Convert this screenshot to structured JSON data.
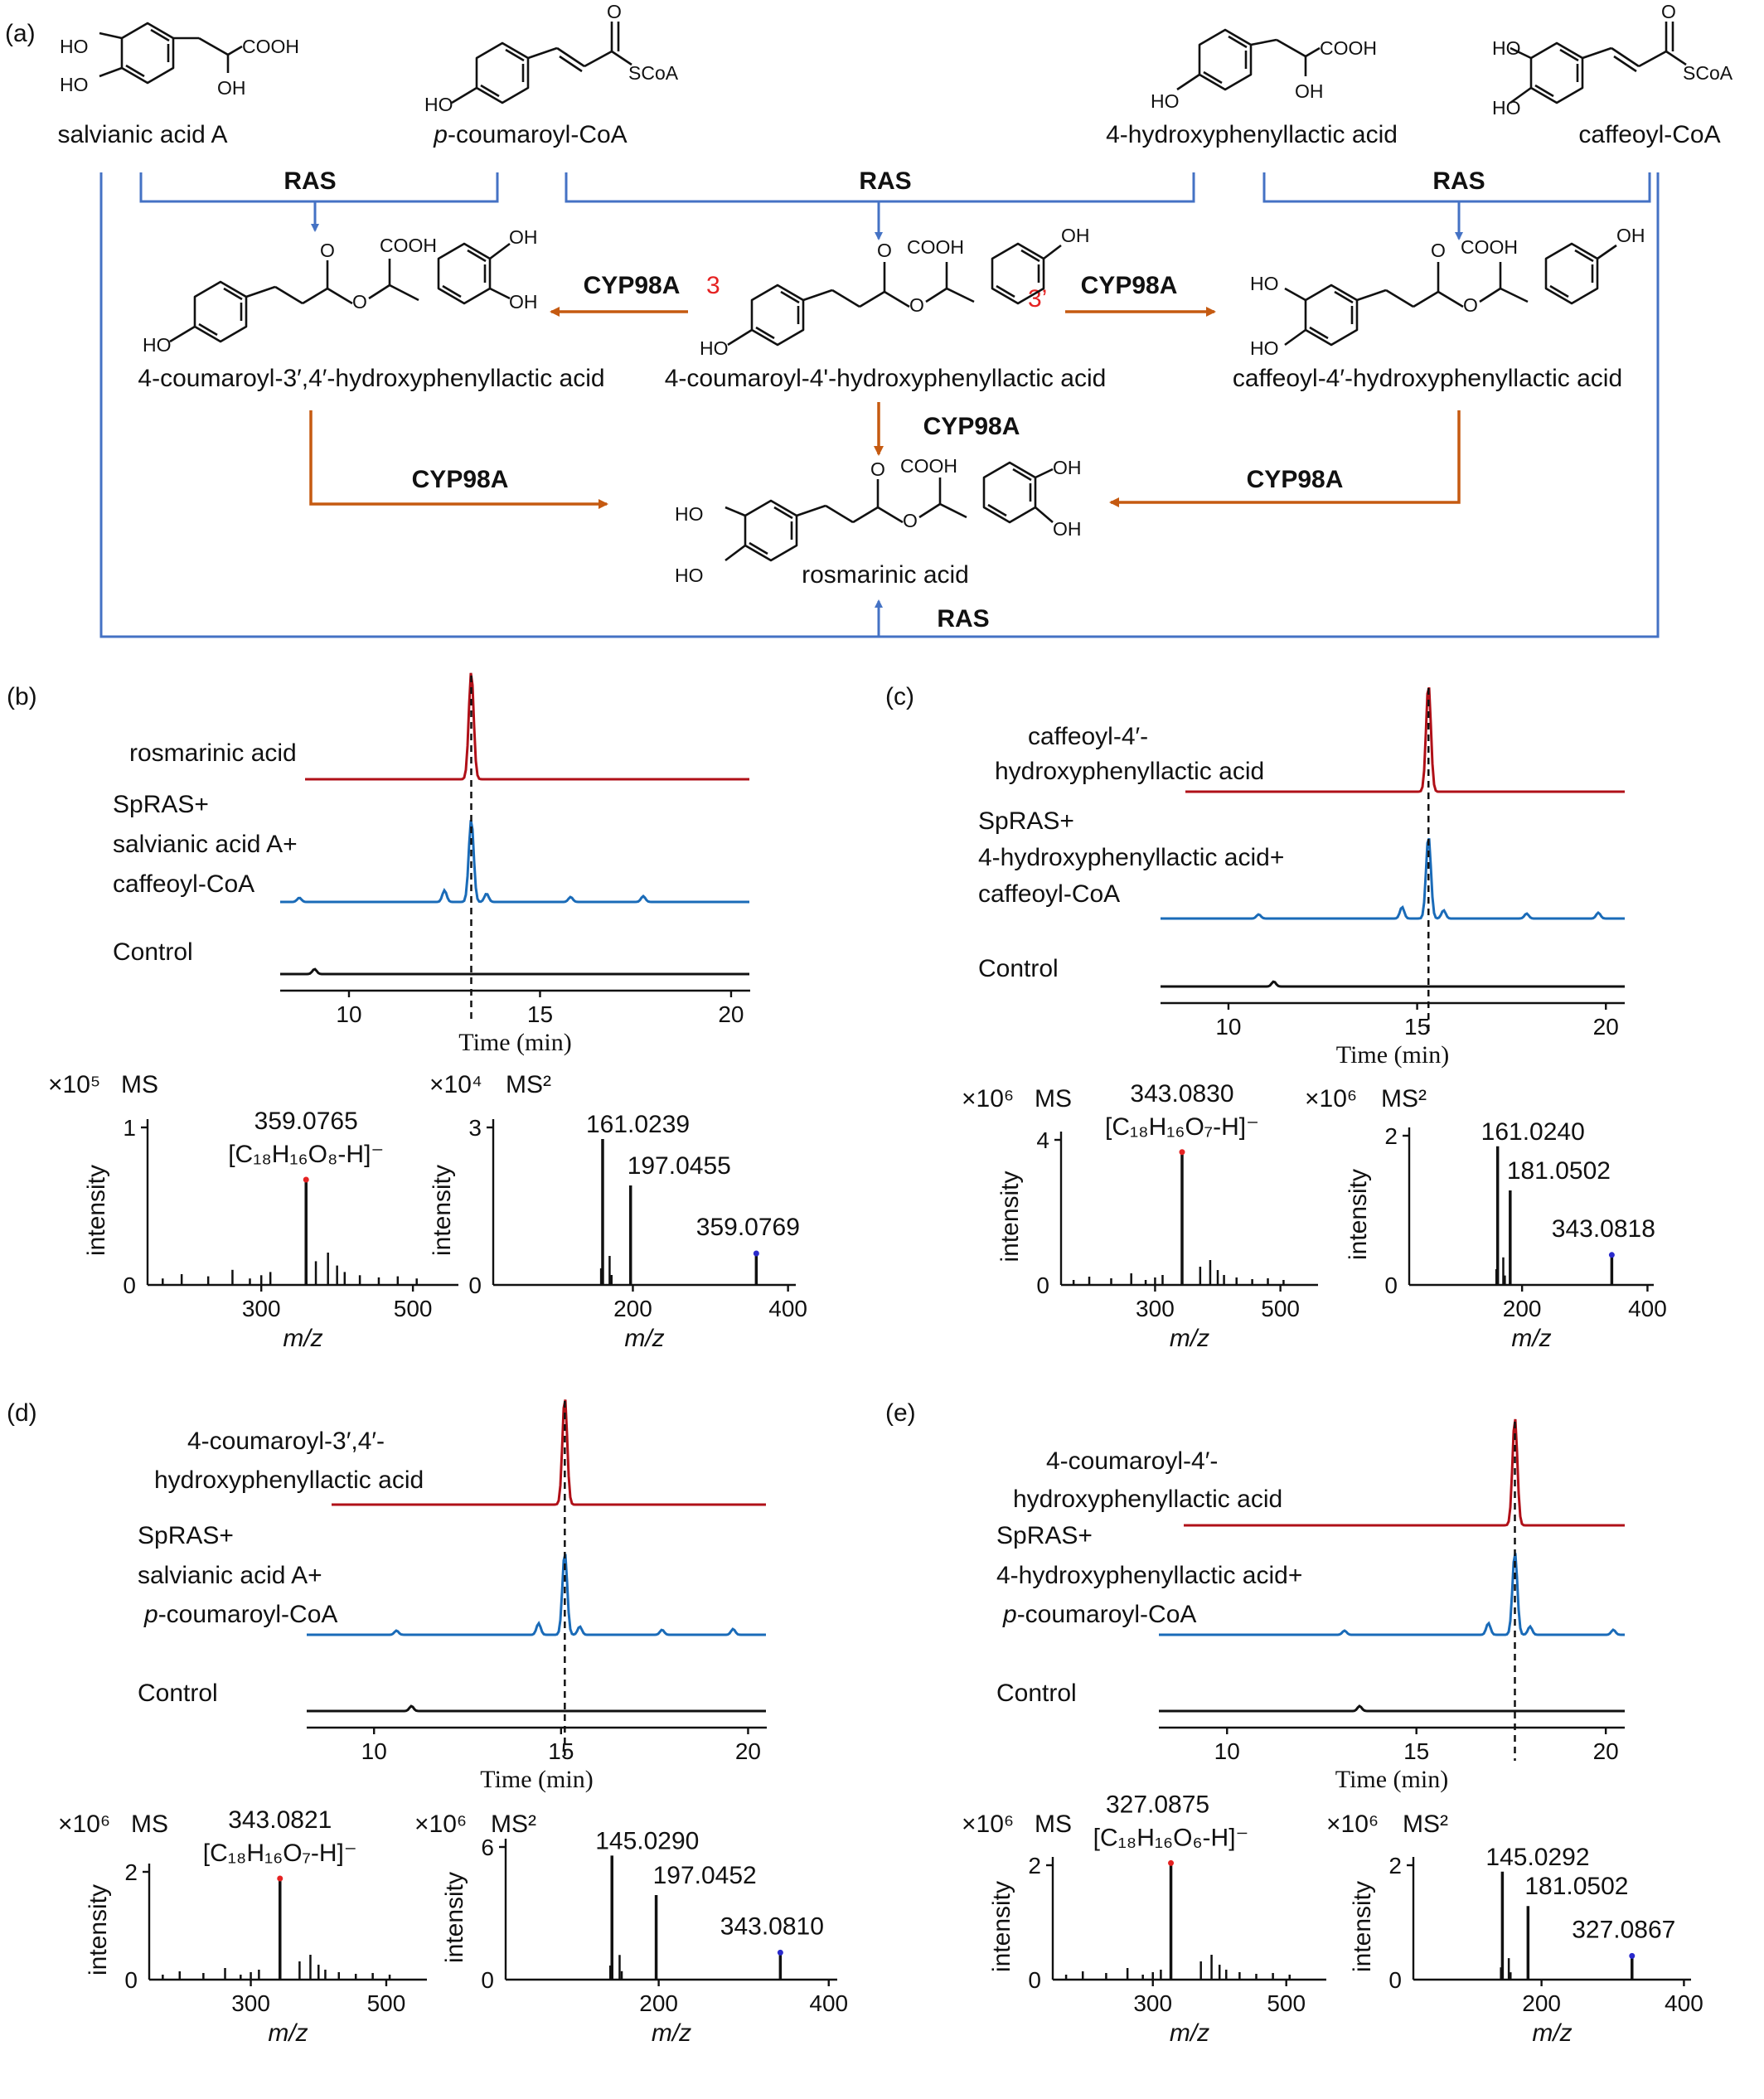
{
  "colors": {
    "red": "#b01018",
    "blue": "#1a6bb8",
    "black": "#111111",
    "pathway_blue": "#4472c4",
    "pathway_orange": "#c55a11",
    "mark_red": "#e52222",
    "mark_blue": "#2a2acc"
  },
  "pathway": {
    "panel": "(a)",
    "compounds": {
      "salvianic_acid_a": "salvianic acid A",
      "p_coumaroyl_coa_prefix": "p",
      "p_coumaroyl_coa_rest": "-coumaroyl-CoA",
      "hppla": "4-hydroxyphenyllactic acid",
      "caffeoyl_coa": "caffeoyl-CoA",
      "c34": "4-coumaroyl-3′,4′-hydroxyphenyllactic acid",
      "c4": "4-coumaroyl-4'-hydroxyphenyllactic acid",
      "caf4": "caffeoyl-4′-hydroxyphenyllactic acid",
      "ra": "rosmarinic acid"
    },
    "enzymes": {
      "ras": "RAS",
      "cyp": "CYP98A"
    },
    "positions": {
      "p3": "3",
      "p3p": "3’"
    },
    "atoms": {
      "ho": "HO",
      "oh": "OH",
      "cooh": "COOH",
      "scoa": "SCoA",
      "o": "O",
      "cooh_short": "COOH"
    }
  },
  "chromatograms": [
    {
      "panel": "(b)",
      "std": "rosmarinic acid",
      "rxn": [
        "SpRAS+",
        "salvianic acid A+",
        "caffeoyl-CoA"
      ],
      "control": "Control",
      "x_ticks": [
        "10",
        "15",
        "20"
      ],
      "xlabel": "Time (min)",
      "peak_min": 13.2
    },
    {
      "panel": "(c)",
      "std": [
        "caffeoyl-4′-",
        "hydroxyphenyllactic acid"
      ],
      "rxn": [
        "SpRAS+",
        "4-hydroxyphenyllactic acid+",
        "caffeoyl-CoA"
      ],
      "control": "Control",
      "x_ticks": [
        "10",
        "15",
        "20"
      ],
      "xlabel": "Time (min)",
      "peak_min": 15.3
    },
    {
      "panel": "(d)",
      "std": [
        "4-coumaroyl-3′,4′-",
        "hydroxyphenyllactic acid"
      ],
      "rxn": [
        "SpRAS+",
        "salvianic acid A+",
        "p-coumaroyl-CoA"
      ],
      "control": "Control",
      "x_ticks": [
        "10",
        "15",
        "20"
      ],
      "xlabel": "Time (min)",
      "peak_min": 15.1
    },
    {
      "panel": "(e)",
      "std": [
        "4-coumaroyl-4′-",
        "hydroxyphenyllactic acid"
      ],
      "rxn": [
        "SpRAS+",
        "4-hydroxyphenyllactic acid+",
        "p-coumaroyl-CoA"
      ],
      "control": "Control",
      "x_ticks": [
        "10",
        "15",
        "20"
      ],
      "xlabel": "Time (min)",
      "peak_min": 17.6
    }
  ],
  "spectra": [
    {
      "panel": "b",
      "ms": {
        "label": "MS",
        "scale": "×10⁵",
        "ymax_tick": "1",
        "y0": "0",
        "x_ticks": [
          "300",
          "500"
        ],
        "peak_mz": "359.0765",
        "formula": "[C₁₈H₁₆O₈-H]⁻",
        "peak_frac": 0.62
      },
      "ms2": {
        "label": "MS²",
        "scale": "×10⁴",
        "ymax_tick": "3",
        "y0": "0",
        "x_ticks": [
          "200",
          "400"
        ],
        "peaks": [
          "161.0239",
          "197.0455",
          "359.0769"
        ]
      }
    },
    {
      "panel": "c",
      "ms": {
        "label": "MS",
        "scale": "×10⁶",
        "ymax_tick": "4",
        "y0": "0",
        "x_ticks": [
          "300",
          "500"
        ],
        "peak_mz": "343.0830",
        "formula": "[C₁₈H₁₆O₇-H]⁻",
        "peak_frac": 0.85
      },
      "ms2": {
        "label": "MS²",
        "scale": "×10⁶",
        "ymax_tick": "2",
        "y0": "0",
        "x_ticks": [
          "200",
          "400"
        ],
        "peaks": [
          "161.0240",
          "181.0502",
          "343.0818"
        ]
      }
    },
    {
      "panel": "d",
      "ms": {
        "label": "MS",
        "scale": "×10⁶",
        "ymax_tick": "2",
        "y0": "0",
        "x_ticks": [
          "300",
          "500"
        ],
        "peak_mz": "343.0821",
        "formula": "[C₁₈H₁₆O₇-H]⁻",
        "peak_frac": 0.85
      },
      "ms2": {
        "label": "MS²",
        "scale": "×10⁶",
        "ymax_tick": "6",
        "y0": "0",
        "x_ticks": [
          "200",
          "400"
        ],
        "peaks": [
          "145.0290",
          "197.0452",
          "343.0810"
        ]
      }
    },
    {
      "panel": "e",
      "ms": {
        "label": "MS",
        "scale": "×10⁶",
        "ymax_tick": "2",
        "y0": "0",
        "x_ticks": [
          "300",
          "500"
        ],
        "peak_mz": "327.0875",
        "formula": "[C₁₈H₁₆O₆-H]⁻",
        "peak_frac": 0.93
      },
      "ms2": {
        "label": "MS²",
        "scale": "×10⁶",
        "ymax_tick": "2",
        "y0": "0",
        "x_ticks": [
          "200",
          "400"
        ],
        "peaks": [
          "145.0292",
          "181.0502",
          "327.0867"
        ]
      }
    }
  ],
  "axis": {
    "intensity": "intensity",
    "mz": "m/z"
  }
}
